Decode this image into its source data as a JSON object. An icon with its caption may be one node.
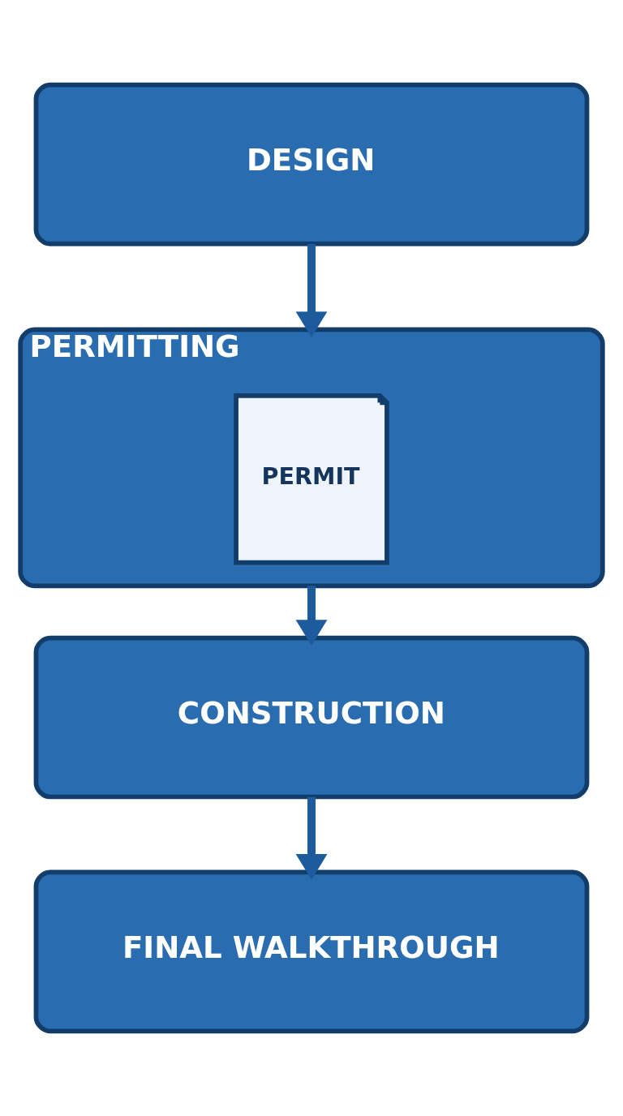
{
  "diagram": {
    "nodes": [
      {
        "text": [
          "DESIGN"
        ]
      },
      {
        "text": [
          "PERMITTING"
        ]
      },
      {
        "text": [
          "PERMIT"
        ],
        "in": 1
      },
      {
        "text": [
          "CONSTRUCTION"
        ]
      },
      {
        "text": [
          "FINAL WALKTHROUGH"
        ]
      }
    ],
    "edges": [
      {
        "from": 0,
        "to": 1,
        "arrow": "to"
      },
      {
        "from": 1,
        "to": 3,
        "arrow": "to"
      },
      {
        "from": 3,
        "to": 4,
        "arrow": "to"
      }
    ]
  }
}
